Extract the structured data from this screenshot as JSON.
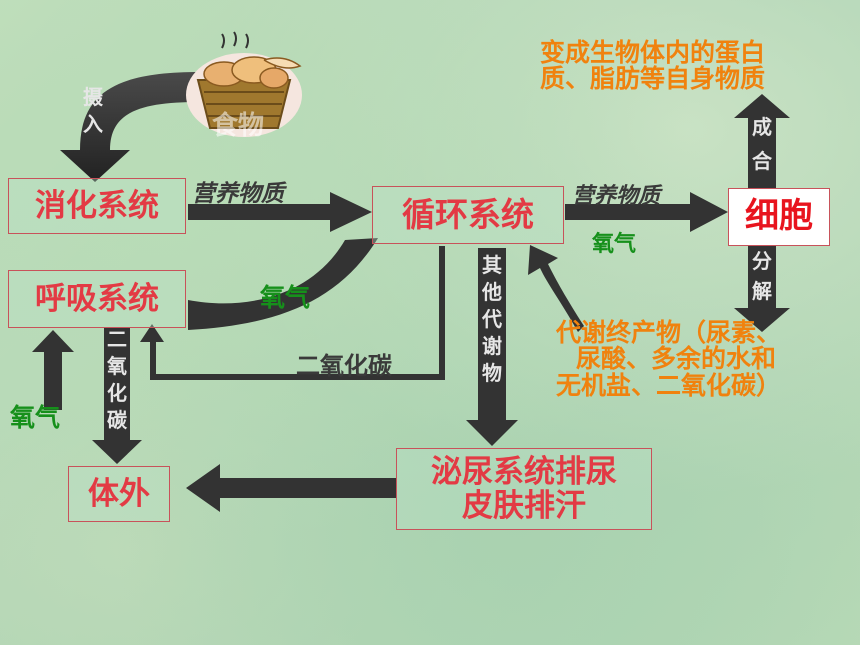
{
  "boxes": {
    "digestive": "消化系统",
    "circulatory": "循环系统",
    "respiratory": "呼吸系统",
    "cell": "细胞",
    "body_outside": "体外",
    "excretion_line1": "泌尿系统排尿",
    "excretion_line2": "皮肤排汗"
  },
  "labels": {
    "nutrients_left": "营养物质",
    "nutrients_right": "营养物质",
    "oxygen_cell": "氧气",
    "oxygen_resp": "氧气",
    "oxygen_inhale": "氧气",
    "co2_horizontal": "二氧化碳",
    "ingest": "摄入",
    "co2_vertical": "二氧化碳",
    "other_metabolites": "其他代谢物",
    "combine": "成合",
    "decompose": "分解",
    "food": "食物",
    "synthesis_line1": "变成生物体内的蛋白",
    "synthesis_line2": "质、脂肪等自身物质",
    "metabolic_line1": "代谢终产物（尿素、",
    "metabolic_line2": "尿酸、多余的水和",
    "metabolic_line3": "无机盐、二氧化碳）"
  },
  "colors": {
    "box_text": "#e33a44",
    "cell_text": "#e8141e",
    "arrow": "#333333",
    "green_text": "#16901b",
    "orange_text": "#f0820e"
  },
  "icons": {
    "food": "bread-basket-icon"
  }
}
